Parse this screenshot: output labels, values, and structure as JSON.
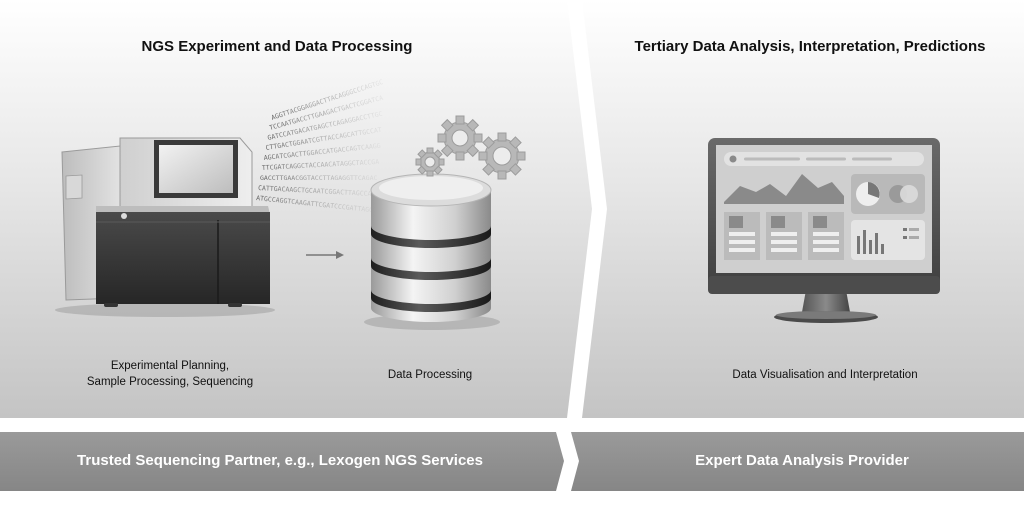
{
  "left_panel": {
    "title": "NGS Experiment and Data Processing",
    "caption_planning_line1": "Experimental Planning,",
    "caption_planning_line2": "Sample Processing, Sequencing",
    "caption_processing": "Data Processing"
  },
  "right_panel": {
    "title": "Tertiary Data Analysis, Interpretation, Predictions",
    "caption": "Data Visualisation and Interpretation"
  },
  "banners": {
    "left": "Trusted Sequencing Partner, e.g., Lexogen NGS Services",
    "right": "Expert Data Analysis Provider"
  },
  "icons": [
    "sequencer-icon",
    "dna-sequence-stream-icon",
    "arrow-right-icon",
    "database-icon",
    "gears-icon",
    "monitor-dashboard-icon"
  ],
  "colors": {
    "panel_light": "#fafafa",
    "panel_dark": "#c6c6c6",
    "banner": "#8e8e8e",
    "text": "#111111"
  }
}
